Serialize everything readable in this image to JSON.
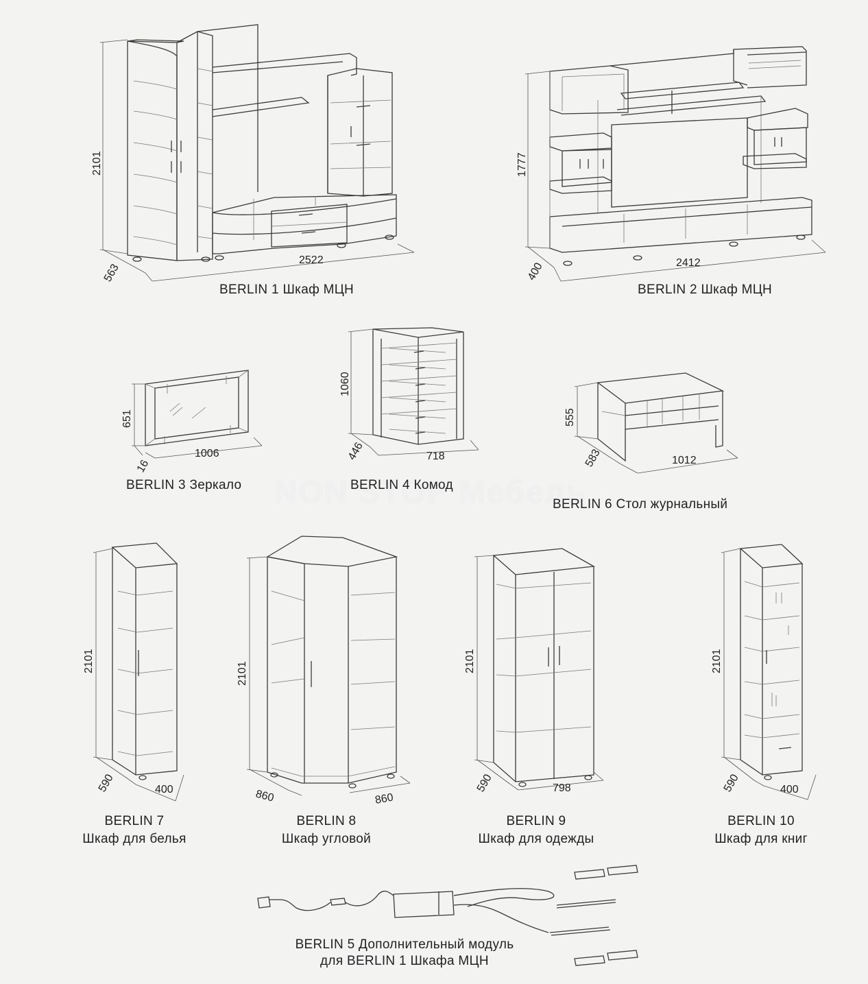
{
  "watermark": "NON STOP Мебель",
  "items": {
    "berlin1": {
      "caption": "BERLIN 1 Шкаф МЦН",
      "height": "2101",
      "depth": "563",
      "width": "2522"
    },
    "berlin2": {
      "caption": "BERLIN 2 Шкаф МЦН",
      "height": "1777",
      "depth": "400",
      "width": "2412"
    },
    "berlin3": {
      "caption": "BERLIN 3 Зеркало",
      "height": "651",
      "depth": "16",
      "width": "1006"
    },
    "berlin4": {
      "caption": "BERLIN 4 Комод",
      "height": "1060",
      "depth": "446",
      "width": "718"
    },
    "berlin6": {
      "caption": "BERLIN 6 Стол журнальный",
      "height": "555",
      "depth": "583",
      "width": "1012"
    },
    "berlin7": {
      "caption_line1": "BERLIN 7",
      "caption_line2": "Шкаф для белья",
      "height": "2101",
      "depth": "590",
      "width": "400"
    },
    "berlin8": {
      "caption_line1": "BERLIN 8",
      "caption_line2": "Шкаф угловой",
      "height": "2101",
      "depth": "860",
      "width": "860"
    },
    "berlin9": {
      "caption_line1": "BERLIN 9",
      "caption_line2": "Шкаф для одежды",
      "height": "2101",
      "depth": "590",
      "width": "798"
    },
    "berlin10": {
      "caption_line1": "BERLIN 10",
      "caption_line2": "Шкаф для книг",
      "height": "2101",
      "depth": "590",
      "width": "400"
    },
    "berlin5": {
      "caption_line1": "BERLIN 5 Дополнительный модуль",
      "caption_line2": "для BERLIN 1 Шкафа МЦН"
    }
  }
}
